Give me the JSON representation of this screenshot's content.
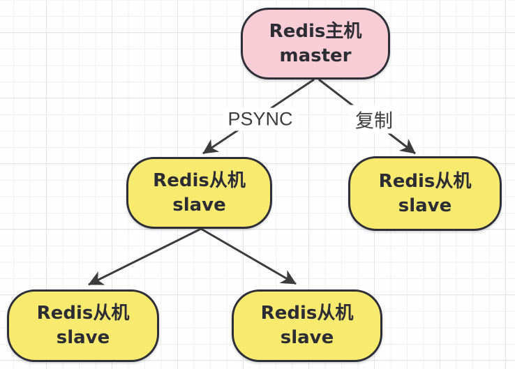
{
  "diagram": {
    "nodes": [
      {
        "id": "master",
        "line1": "Redis主机",
        "line2": "master",
        "fill": "#f9cdd5"
      },
      {
        "id": "slave-left",
        "line1": "Redis从机",
        "line2": "slave",
        "fill": "#f8ea6f"
      },
      {
        "id": "slave-right",
        "line1": "Redis从机",
        "line2": "slave",
        "fill": "#f8ea6f"
      },
      {
        "id": "slave-bottom-left",
        "line1": "Redis从机",
        "line2": "slave",
        "fill": "#f8ea6f"
      },
      {
        "id": "slave-bottom-mid",
        "line1": "Redis从机",
        "line2": "slave",
        "fill": "#f8ea6f"
      }
    ],
    "edges": [
      {
        "from": "master",
        "to": "slave-left",
        "label": "PSYNC"
      },
      {
        "from": "master",
        "to": "slave-right",
        "label": "复制"
      },
      {
        "from": "slave-left",
        "to": "slave-bottom-left",
        "label": ""
      },
      {
        "from": "slave-left",
        "to": "slave-bottom-mid",
        "label": ""
      }
    ],
    "colors": {
      "master_fill": "#f9cdd5",
      "slave_fill": "#f8ea6f",
      "node_border": "#2e2e38",
      "arrow": "#3c3c3c",
      "edge_label_text": "#3d3d3d"
    }
  }
}
